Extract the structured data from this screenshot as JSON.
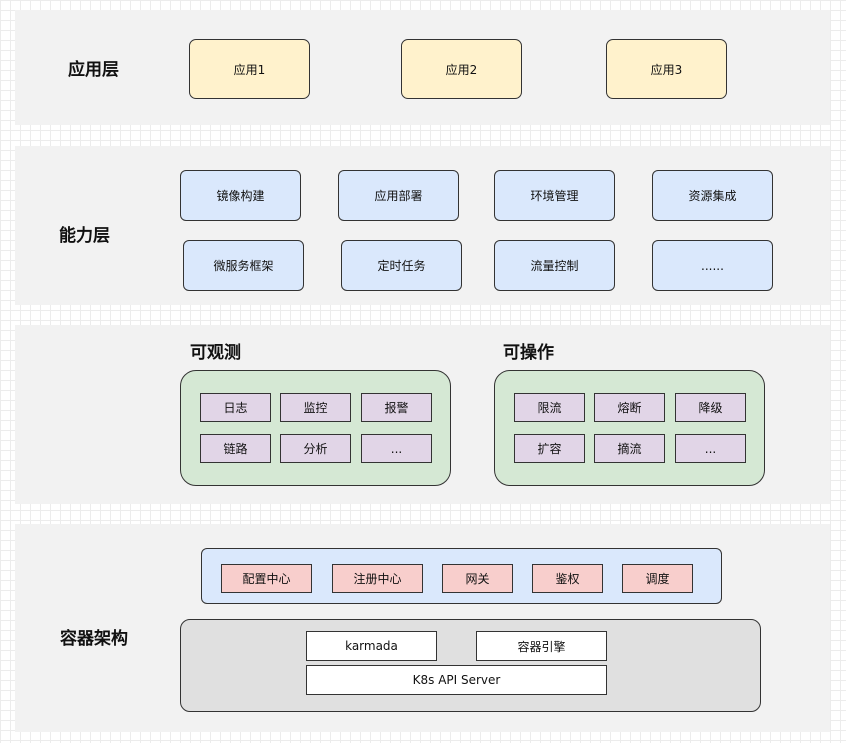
{
  "app_layer": {
    "title": "应用层",
    "apps": [
      "应用1",
      "应用2",
      "应用3"
    ]
  },
  "capability_layer": {
    "title": "能力层",
    "items": [
      "镜像构建",
      "应用部署",
      "环境管理",
      "资源集成",
      "微服务框架",
      "定时任务",
      "流量控制",
      "......"
    ]
  },
  "observability": {
    "title": "可观测",
    "items": [
      "日志",
      "监控",
      "报警",
      "链路",
      "分析",
      "..."
    ]
  },
  "operability": {
    "title": "可操作",
    "items": [
      "限流",
      "熔断",
      "降级",
      "扩容",
      "摘流",
      "..."
    ]
  },
  "container_layer": {
    "title": "容器架构",
    "middleware": [
      "配置中心",
      "注册中心",
      "网关",
      "鉴权",
      "调度"
    ],
    "karmada": "karmada",
    "engine": "容器引擎",
    "api_server": "K8s API Server"
  },
  "colors": {
    "band": "#f2f2f2",
    "app": "#fff2cc",
    "capability": "#dae8fc",
    "group": "#d5e8d4",
    "tag": "#e1d5e7",
    "middleware": "#f8cecc"
  }
}
